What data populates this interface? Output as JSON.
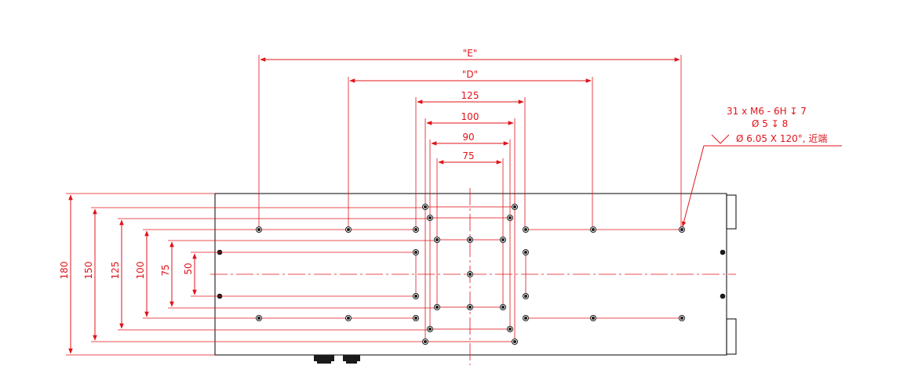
{
  "colors": {
    "dimension": "#e0141b",
    "outline": "#1a1a1a",
    "background": "#ffffff"
  },
  "horizontal_dims": {
    "E": "\"E\"",
    "D": "\"D\"",
    "d125": "125",
    "d100": "100",
    "d90": "90",
    "d75": "75"
  },
  "vertical_dims": {
    "d180": "180",
    "d150": "150",
    "d125": "125",
    "d100": "100",
    "d75": "75",
    "d50": "50"
  },
  "note": {
    "line1": "31 x M6 - 6H ↧ 7",
    "line2": "Ø 5 ↧ 8",
    "line3": "Ø 6.05 X 120°, 近端"
  }
}
